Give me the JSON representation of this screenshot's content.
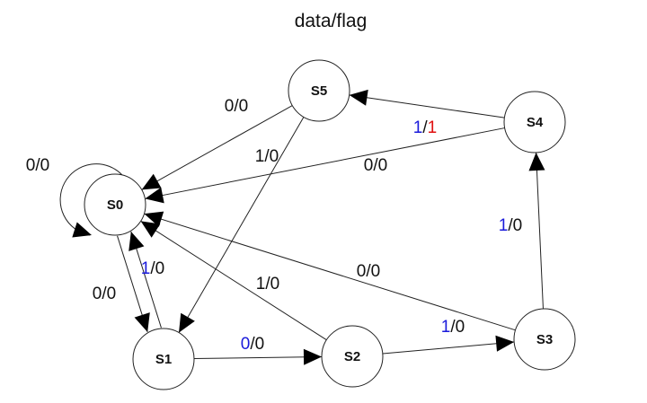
{
  "title": "data/flag",
  "colors": {
    "default": "#111111",
    "input_highlight": "#1a1adb",
    "output_highlight": "#e01010"
  },
  "nodes": [
    {
      "id": "S0",
      "label": "S0"
    },
    {
      "id": "S1",
      "label": "S1"
    },
    {
      "id": "S2",
      "label": "S2"
    },
    {
      "id": "S3",
      "label": "S3"
    },
    {
      "id": "S4",
      "label": "S4"
    },
    {
      "id": "S5",
      "label": "S5"
    }
  ],
  "edges": [
    {
      "from": "S0",
      "to": "S0",
      "input": "0",
      "output": "0",
      "input_color": "default",
      "output_color": "default"
    },
    {
      "from": "S0",
      "to": "S1",
      "input": "1",
      "output": "0",
      "input_color": "input_highlight",
      "output_color": "default"
    },
    {
      "from": "S1",
      "to": "S0",
      "input": "0",
      "output": "0",
      "input_color": "default",
      "output_color": "default"
    },
    {
      "from": "S1",
      "to": "S2",
      "input": "0",
      "output": "0",
      "input_color": "input_highlight",
      "output_color": "default"
    },
    {
      "from": "S2",
      "to": "S0",
      "input": "1",
      "output": "0",
      "input_color": "default",
      "output_color": "default"
    },
    {
      "from": "S2",
      "to": "S3",
      "input": "1",
      "output": "0",
      "input_color": "input_highlight",
      "output_color": "default"
    },
    {
      "from": "S3",
      "to": "S0",
      "input": "0",
      "output": "0",
      "input_color": "default",
      "output_color": "default"
    },
    {
      "from": "S3",
      "to": "S4",
      "input": "1",
      "output": "0",
      "input_color": "input_highlight",
      "output_color": "default"
    },
    {
      "from": "S4",
      "to": "S0",
      "input": "0",
      "output": "0",
      "input_color": "default",
      "output_color": "default"
    },
    {
      "from": "S4",
      "to": "S5",
      "input": "1",
      "output": "1",
      "input_color": "input_highlight",
      "output_color": "output_highlight"
    },
    {
      "from": "S5",
      "to": "S0",
      "input": "0",
      "output": "0",
      "input_color": "default",
      "output_color": "default"
    },
    {
      "from": "S5",
      "to": "S1",
      "input": "1",
      "output": "0",
      "input_color": "default",
      "output_color": "default"
    }
  ]
}
